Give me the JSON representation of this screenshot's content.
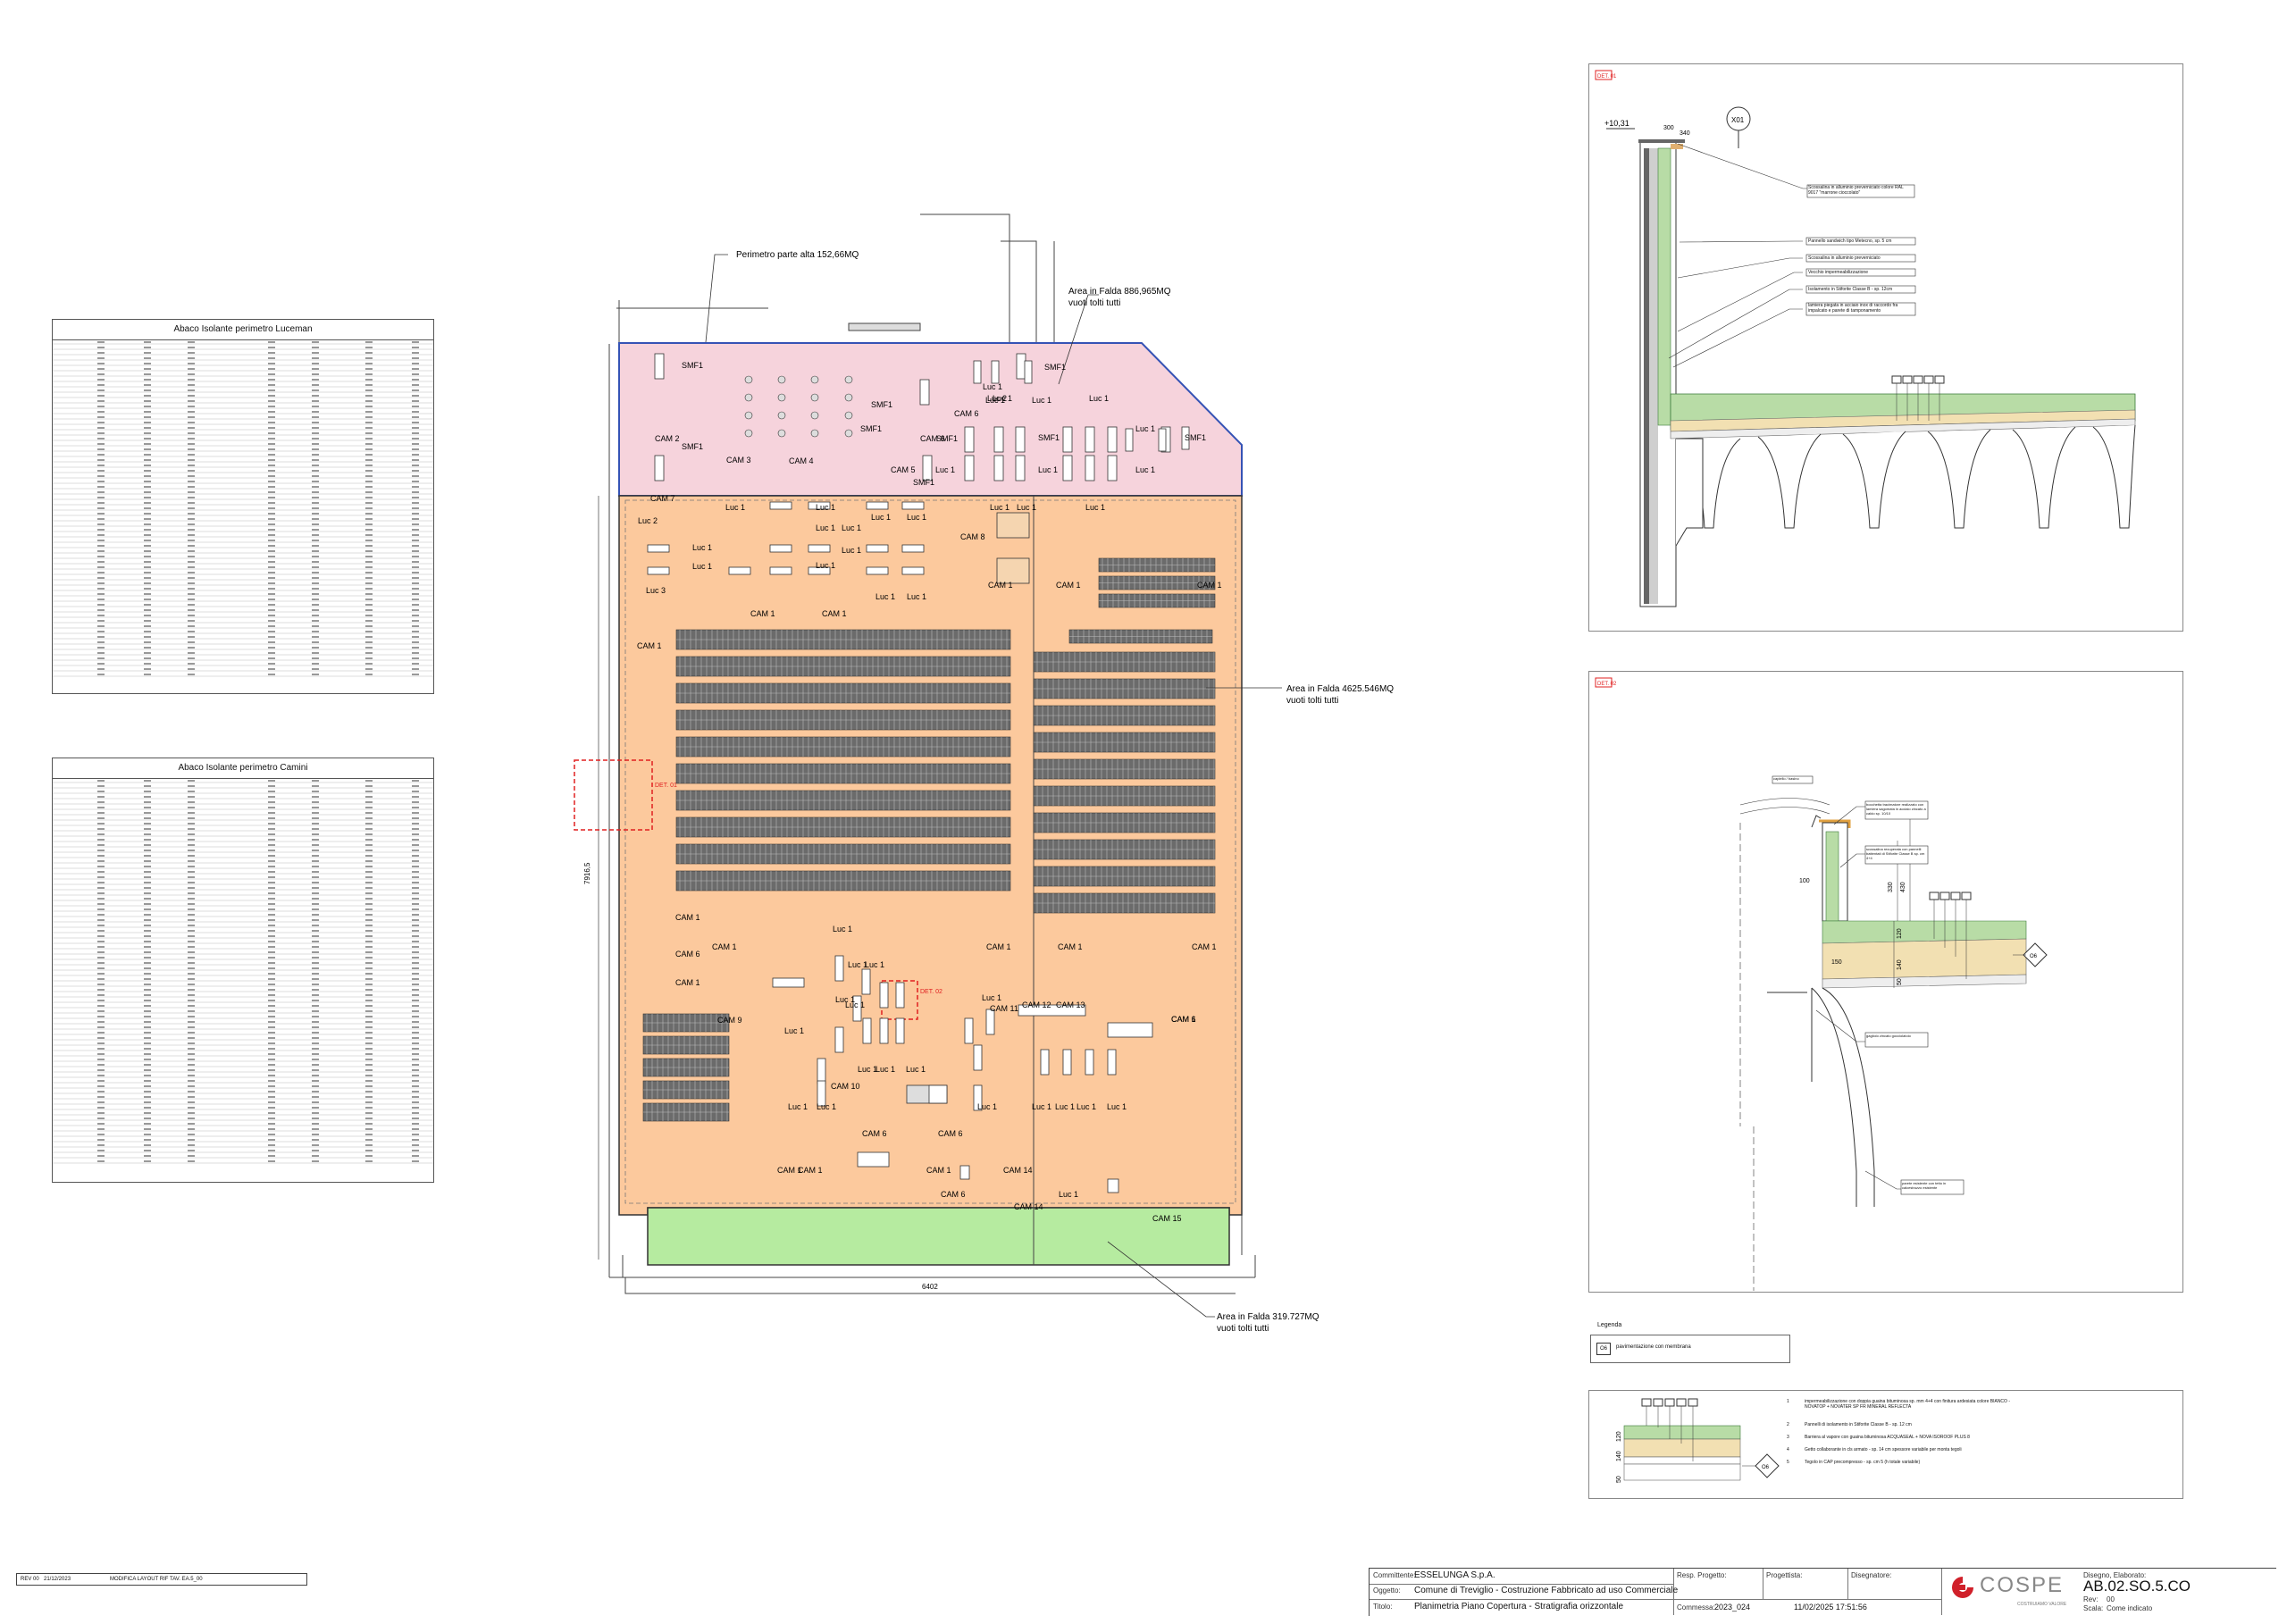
{
  "schedules": [
    {
      "title": "Abaco Isolante perimetro Luceman"
    },
    {
      "title": "Abaco Isolante perimetro Camini"
    }
  ],
  "plan": {
    "perimeter_note": "Perimetro parte alta 152,66MQ",
    "area_top": [
      "Area in Falda 886,965MQ",
      "vuoti tolti tutti"
    ],
    "area_main": [
      "Area in Falda 4625.546MQ",
      "vuoti tolti tutti"
    ],
    "area_bottom": [
      "Area in Falda 319.727MQ",
      "vuoti tolti tutti"
    ],
    "dim_bottom": "6402",
    "dim_side": "7916,5",
    "det_01_tag": "DET. 01",
    "det_02_tag": "DET. 02",
    "colors": {
      "pink": "#f6d3dc",
      "orange": "#fcc99d",
      "green": "#b6eba0",
      "red": "#e02020"
    },
    "labels": [
      {
        "t": "SMF1"
      },
      {
        "t": "SMF1"
      },
      {
        "t": "SMF1"
      },
      {
        "t": "SMF1"
      },
      {
        "t": "SMF1"
      },
      {
        "t": "SMF1"
      },
      {
        "t": "SMF1"
      },
      {
        "t": "SMF1"
      },
      {
        "t": "SMF1"
      },
      {
        "t": "CAM 2"
      },
      {
        "t": "CAM 3"
      },
      {
        "t": "CAM 4"
      },
      {
        "t": "CAM 5"
      },
      {
        "t": "CAM 6"
      },
      {
        "t": "CAM 7"
      },
      {
        "t": "CAM 8"
      },
      {
        "t": "CAM 9"
      },
      {
        "t": "CAM 10"
      },
      {
        "t": "CAM 11"
      },
      {
        "t": "CAM 12"
      },
      {
        "t": "CAM 13"
      },
      {
        "t": "CAM 14"
      },
      {
        "t": "CAM 15"
      },
      {
        "t": "CAM 1"
      },
      {
        "t": "CAM 1"
      },
      {
        "t": "CAM 1"
      },
      {
        "t": "CAM 1"
      },
      {
        "t": "CAM 1"
      },
      {
        "t": "CAM 1"
      },
      {
        "t": "CAM 1"
      },
      {
        "t": "CAM 1"
      },
      {
        "t": "CAM 1"
      },
      {
        "t": "CAM 1"
      },
      {
        "t": "CAM 1"
      },
      {
        "t": "CAM 1"
      },
      {
        "t": "CAM 1"
      },
      {
        "t": "CAM 1"
      },
      {
        "t": "CAM 1"
      },
      {
        "t": "CAM 1"
      },
      {
        "t": "CAM 6"
      },
      {
        "t": "CAM 6"
      },
      {
        "t": "CAM 6"
      },
      {
        "t": "CAM 6"
      },
      {
        "t": "CAM 6"
      },
      {
        "t": "CAM 6"
      },
      {
        "t": "CAM 14"
      },
      {
        "t": "Luc 1"
      },
      {
        "t": "Luc 1"
      },
      {
        "t": "Luc 1"
      },
      {
        "t": "Luc 1"
      },
      {
        "t": "Luc 1"
      },
      {
        "t": "Luc 1"
      },
      {
        "t": "Luc 1"
      },
      {
        "t": "Luc 1"
      },
      {
        "t": "Luc 1"
      },
      {
        "t": "Luc 1"
      },
      {
        "t": "Luc 1"
      },
      {
        "t": "Luc 1"
      },
      {
        "t": "Luc 1"
      },
      {
        "t": "Luc 1"
      },
      {
        "t": "Luc 1"
      },
      {
        "t": "Luc 1"
      },
      {
        "t": "Luc 1"
      },
      {
        "t": "Luc 1"
      },
      {
        "t": "Luc 1"
      },
      {
        "t": "Luc 1"
      },
      {
        "t": "Luc 1"
      },
      {
        "t": "Luc 1"
      },
      {
        "t": "Luc 1"
      },
      {
        "t": "Luc 1"
      },
      {
        "t": "Luc 1"
      },
      {
        "t": "Luc 1"
      },
      {
        "t": "Luc 1"
      },
      {
        "t": "Luc 1"
      },
      {
        "t": "Luc 1"
      },
      {
        "t": "Luc 1"
      },
      {
        "t": "Luc 1"
      },
      {
        "t": "Luc 1"
      },
      {
        "t": "Luc 1"
      },
      {
        "t": "Luc 1"
      },
      {
        "t": "Luc 1"
      },
      {
        "t": "Luc 1"
      },
      {
        "t": "Luc 1"
      },
      {
        "t": "Luc 1"
      },
      {
        "t": "Luc 1"
      },
      {
        "t": "Luc 1"
      },
      {
        "t": "Luc 1"
      },
      {
        "t": "Luc 1"
      },
      {
        "t": "Luc 2"
      },
      {
        "t": "Luc 2"
      },
      {
        "t": "Luc 3"
      },
      {
        "t": "Luc 3"
      }
    ]
  },
  "det01": {
    "tag": "DET. 01",
    "level": "+10,31",
    "dim_a": "300",
    "dim_b": "340",
    "bubble": "X01",
    "callouts": [
      "Scossalina in alluminio preverniciato colore RAL 9017 \"marrone cioccolato\"",
      "Pannello sandwich tipo Metecno, sp. 5 cm",
      "Scossalina in alluminio preverniciato",
      "Vecchio impermeabilizzazione",
      "Isolamento in Stiforite Classe B - sp. 12cm",
      "lamiera piegata in acciaio inox di raccordo fra impalcato e parete di tamponamento"
    ]
  },
  "det02": {
    "tag": "DET. 02",
    "bubble": "O6",
    "dims": [
      "100",
      "330",
      "430",
      "120",
      "140",
      "150",
      "50"
    ],
    "callouts": [
      "capiello / basino",
      "bocchetta tracimatore realizzato con lamiera sagomata in acciaio zincato a caldo sp. 10/10",
      "scossalina recuperata con pannelli battentati di Stiforite Classe B sp. cm 4+4",
      "gagliolo zincato gocciolatoio",
      "parete esistente con tetto in calcestruzzo esistente"
    ]
  },
  "legend": {
    "title": "Legenda",
    "key": "O6",
    "text": "pavimentazione con membrana"
  },
  "stratigraphy": {
    "bubble": "O6",
    "dims": [
      "120",
      "140",
      "50"
    ],
    "items": [
      {
        "n": "1",
        "text": "impermeabilizzazione con doppia guaina bituminosa sp. mm 4+4 con finitura ardesiata colore BIANCO - NOVATOP + NOVATER SP FR MINERAL REFLECTA"
      },
      {
        "n": "2",
        "text": "Pannelli di isolamento in Stiforite Classe B - sp. 12 cm"
      },
      {
        "n": "3",
        "text": "Barriera al vapore con guaina bituminosa ACQUASEAL + NOVA ISOROOF PLUS 8"
      },
      {
        "n": "4",
        "text": "Getto collaborante in cls armato - sp. 14 cm spessore variabile per monta tegoli"
      },
      {
        "n": "5",
        "text": "Tegolo in CAP precompresso - sp. cm 5 (h totale variabile)"
      }
    ]
  },
  "revision": {
    "rev": "REV 00",
    "date": "21/12/2023",
    "desc": "MODIFICA LAYOUT RIF TAV. EA.5_00"
  },
  "titleblock": {
    "committente_label": "Committente:",
    "committente": "ESSELUNGA S.p.A.",
    "oggetto_label": "Oggetto:",
    "oggetto": "Comune di Treviglio - Costruzione Fabbricato ad uso Commerciale",
    "titolo_label": "Titolo:",
    "titolo": "Planimetria Piano Copertura - Stratigrafia orizzontale",
    "resp_label": "Resp. Progetto:",
    "prog_label": "Progettista:",
    "dis_label": "Disegnatore:",
    "commessa_label": "Commessa:",
    "commessa": "2023_024",
    "datetime": "11/02/2025 17:51:56",
    "logo": "COSPE",
    "logo_sub": "COSTRUIAMO VALORE",
    "disegno_label": "Disegno, Elaborato:",
    "code": "AB.02.SO.5.CO",
    "rev_label": "Rev:",
    "rev_value": "00",
    "scala_label": "Scala:",
    "scala": "Come indicato"
  }
}
